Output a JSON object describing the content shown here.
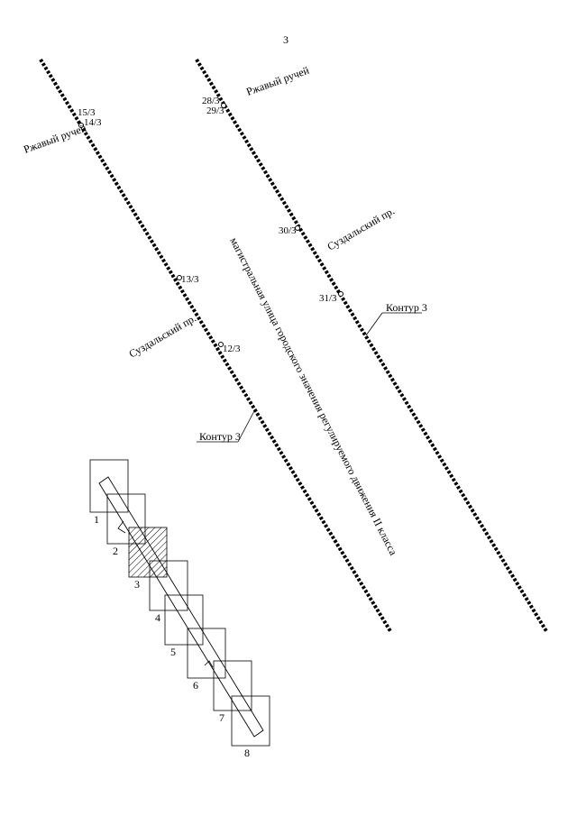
{
  "page": {
    "number": "3"
  },
  "streets": {
    "rzhavy_left": "Ржавый ручей",
    "rzhavy_right": "Ржавый ручей",
    "suzdal_left": "Суздальский пр.",
    "suzdal_right": "Суздальский пр.",
    "highway": "магистральная улица городского значения регулируемого движения II класса"
  },
  "contours": {
    "left": "Контур 3",
    "right": "Контур 3"
  },
  "points_left": [
    "15/3",
    "14/3",
    "13/3",
    "12/3"
  ],
  "points_right": [
    "28/3",
    "29/3",
    "30/3",
    "31/3"
  ],
  "sheets": [
    "1",
    "2",
    "3",
    "4",
    "5",
    "6",
    "7",
    "8"
  ],
  "colors": {
    "line": "#000000",
    "background": "#ffffff"
  }
}
